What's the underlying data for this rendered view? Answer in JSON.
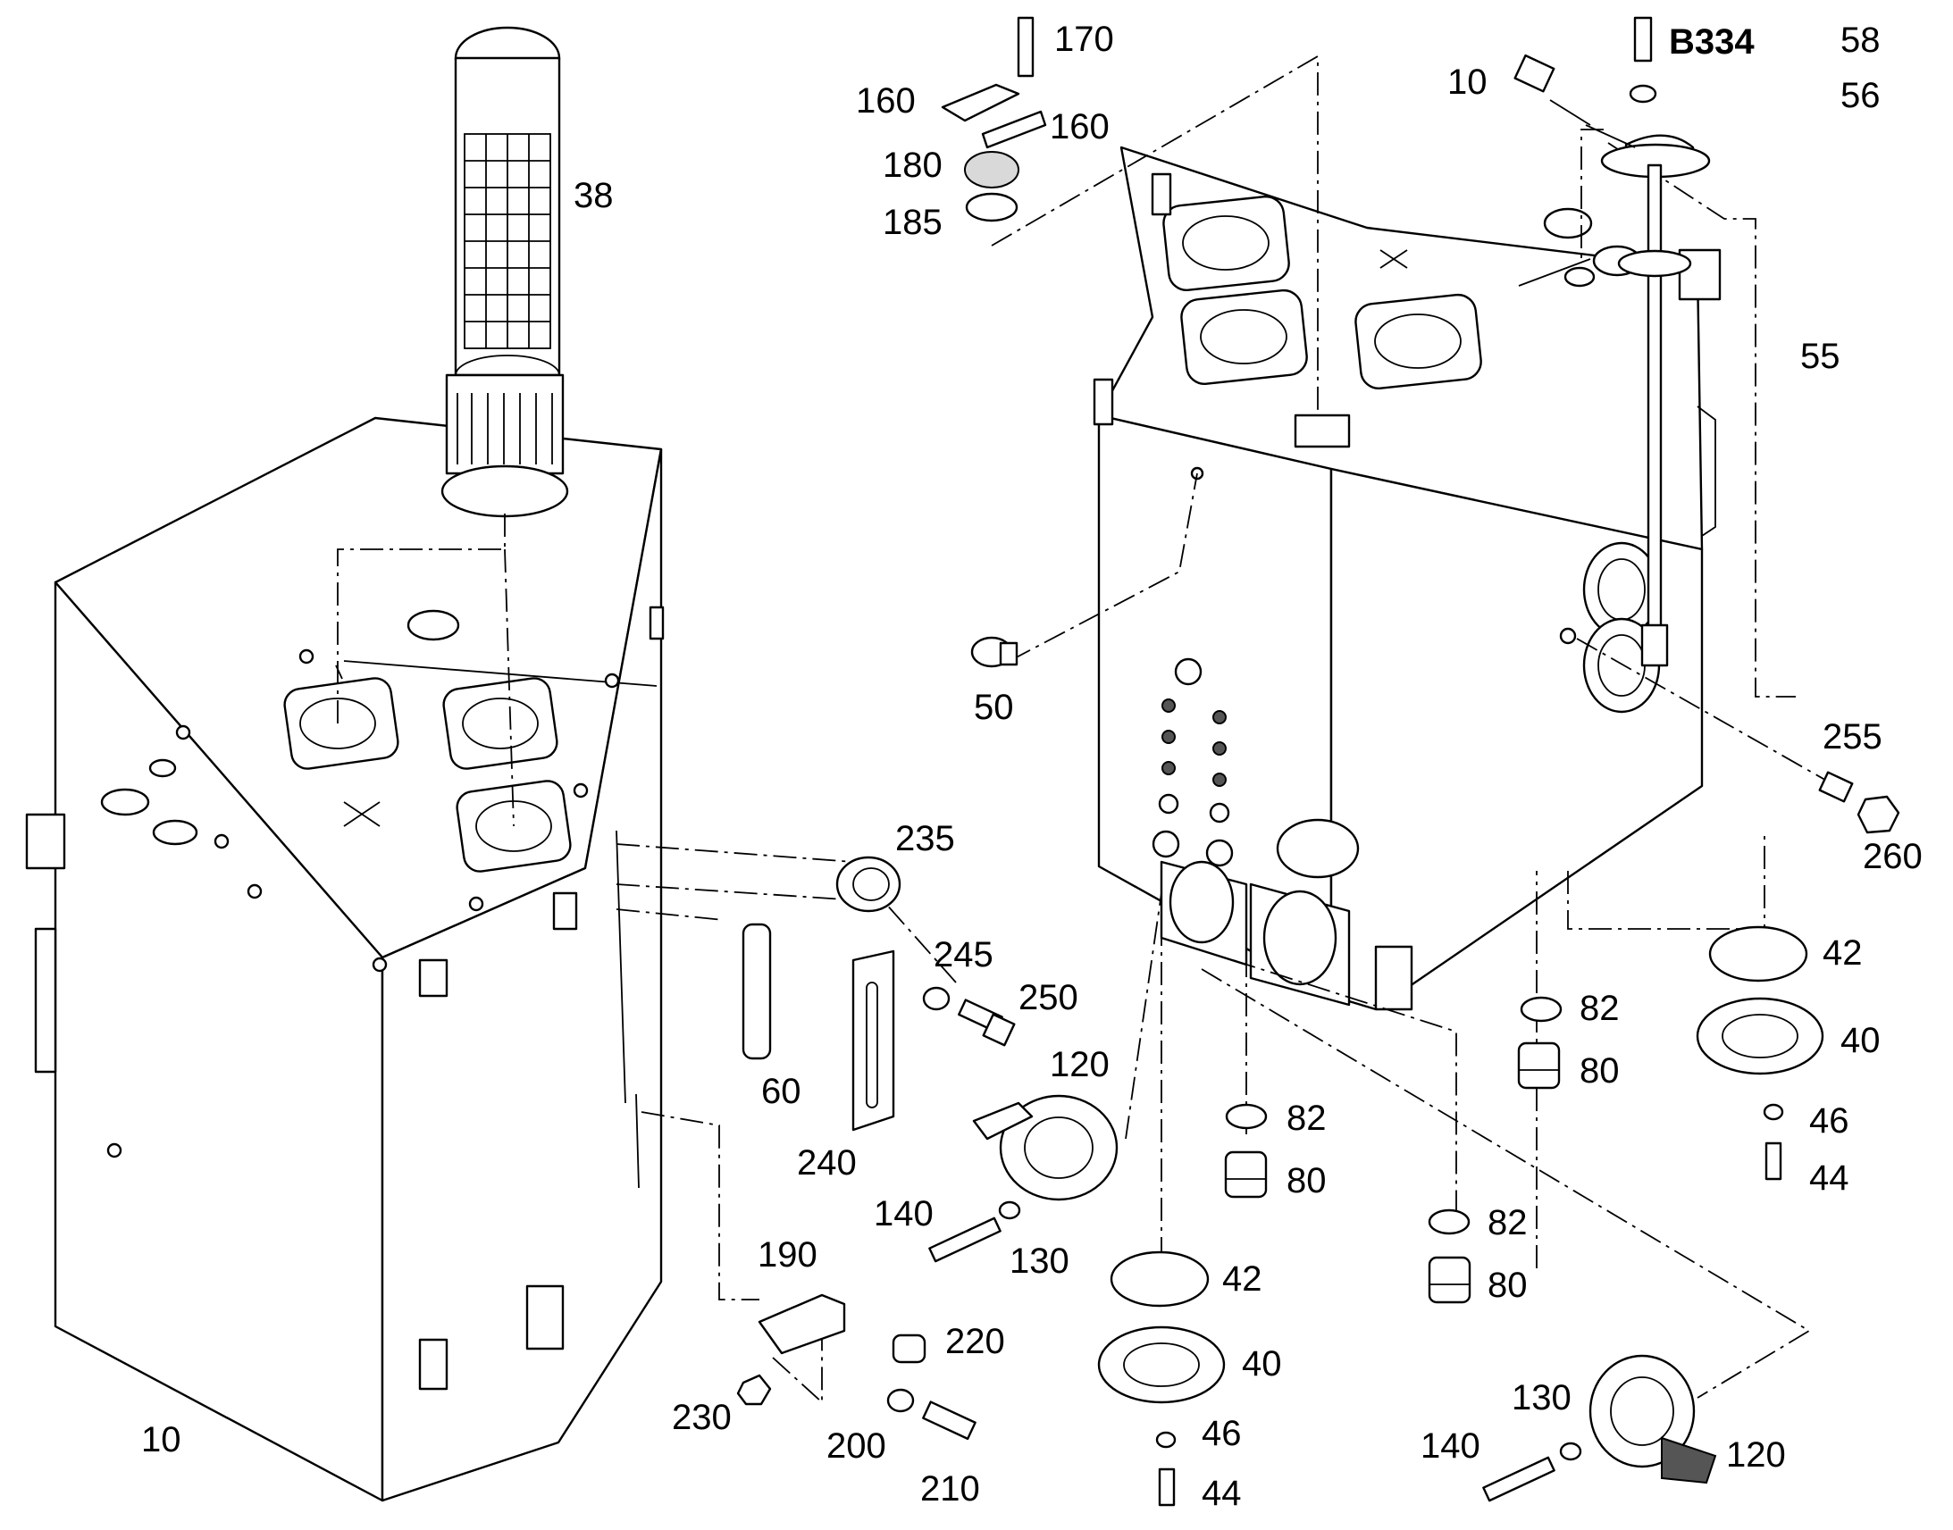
{
  "diagram": {
    "code": "B334",
    "labels": {
      "p10_left": "10",
      "p10_right": "10",
      "p38": "38",
      "p40_mid": "40",
      "p40_right": "40",
      "p42_mid": "42",
      "p42_right": "42",
      "p44_mid": "44",
      "p44_right": "44",
      "p46_mid": "46",
      "p46_right": "46",
      "p50": "50",
      "p55": "55",
      "p56": "56",
      "p58": "58",
      "p60": "60",
      "p80_a": "80",
      "p80_b": "80",
      "p80_c": "80",
      "p82_a": "82",
      "p82_b": "82",
      "p82_c": "82",
      "p120_top": "120",
      "p120_bottom": "120",
      "p130_top": "130",
      "p130_bottom": "130",
      "p140_top": "140",
      "p140_bottom": "140",
      "p160_a": "160",
      "p160_b": "160",
      "p170": "170",
      "p180": "180",
      "p185": "185",
      "p190": "190",
      "p200": "200",
      "p210": "210",
      "p220": "220",
      "p230": "230",
      "p235": "235",
      "p240": "240",
      "p245": "245",
      "p250": "250",
      "p255": "255",
      "p260": "260"
    }
  }
}
